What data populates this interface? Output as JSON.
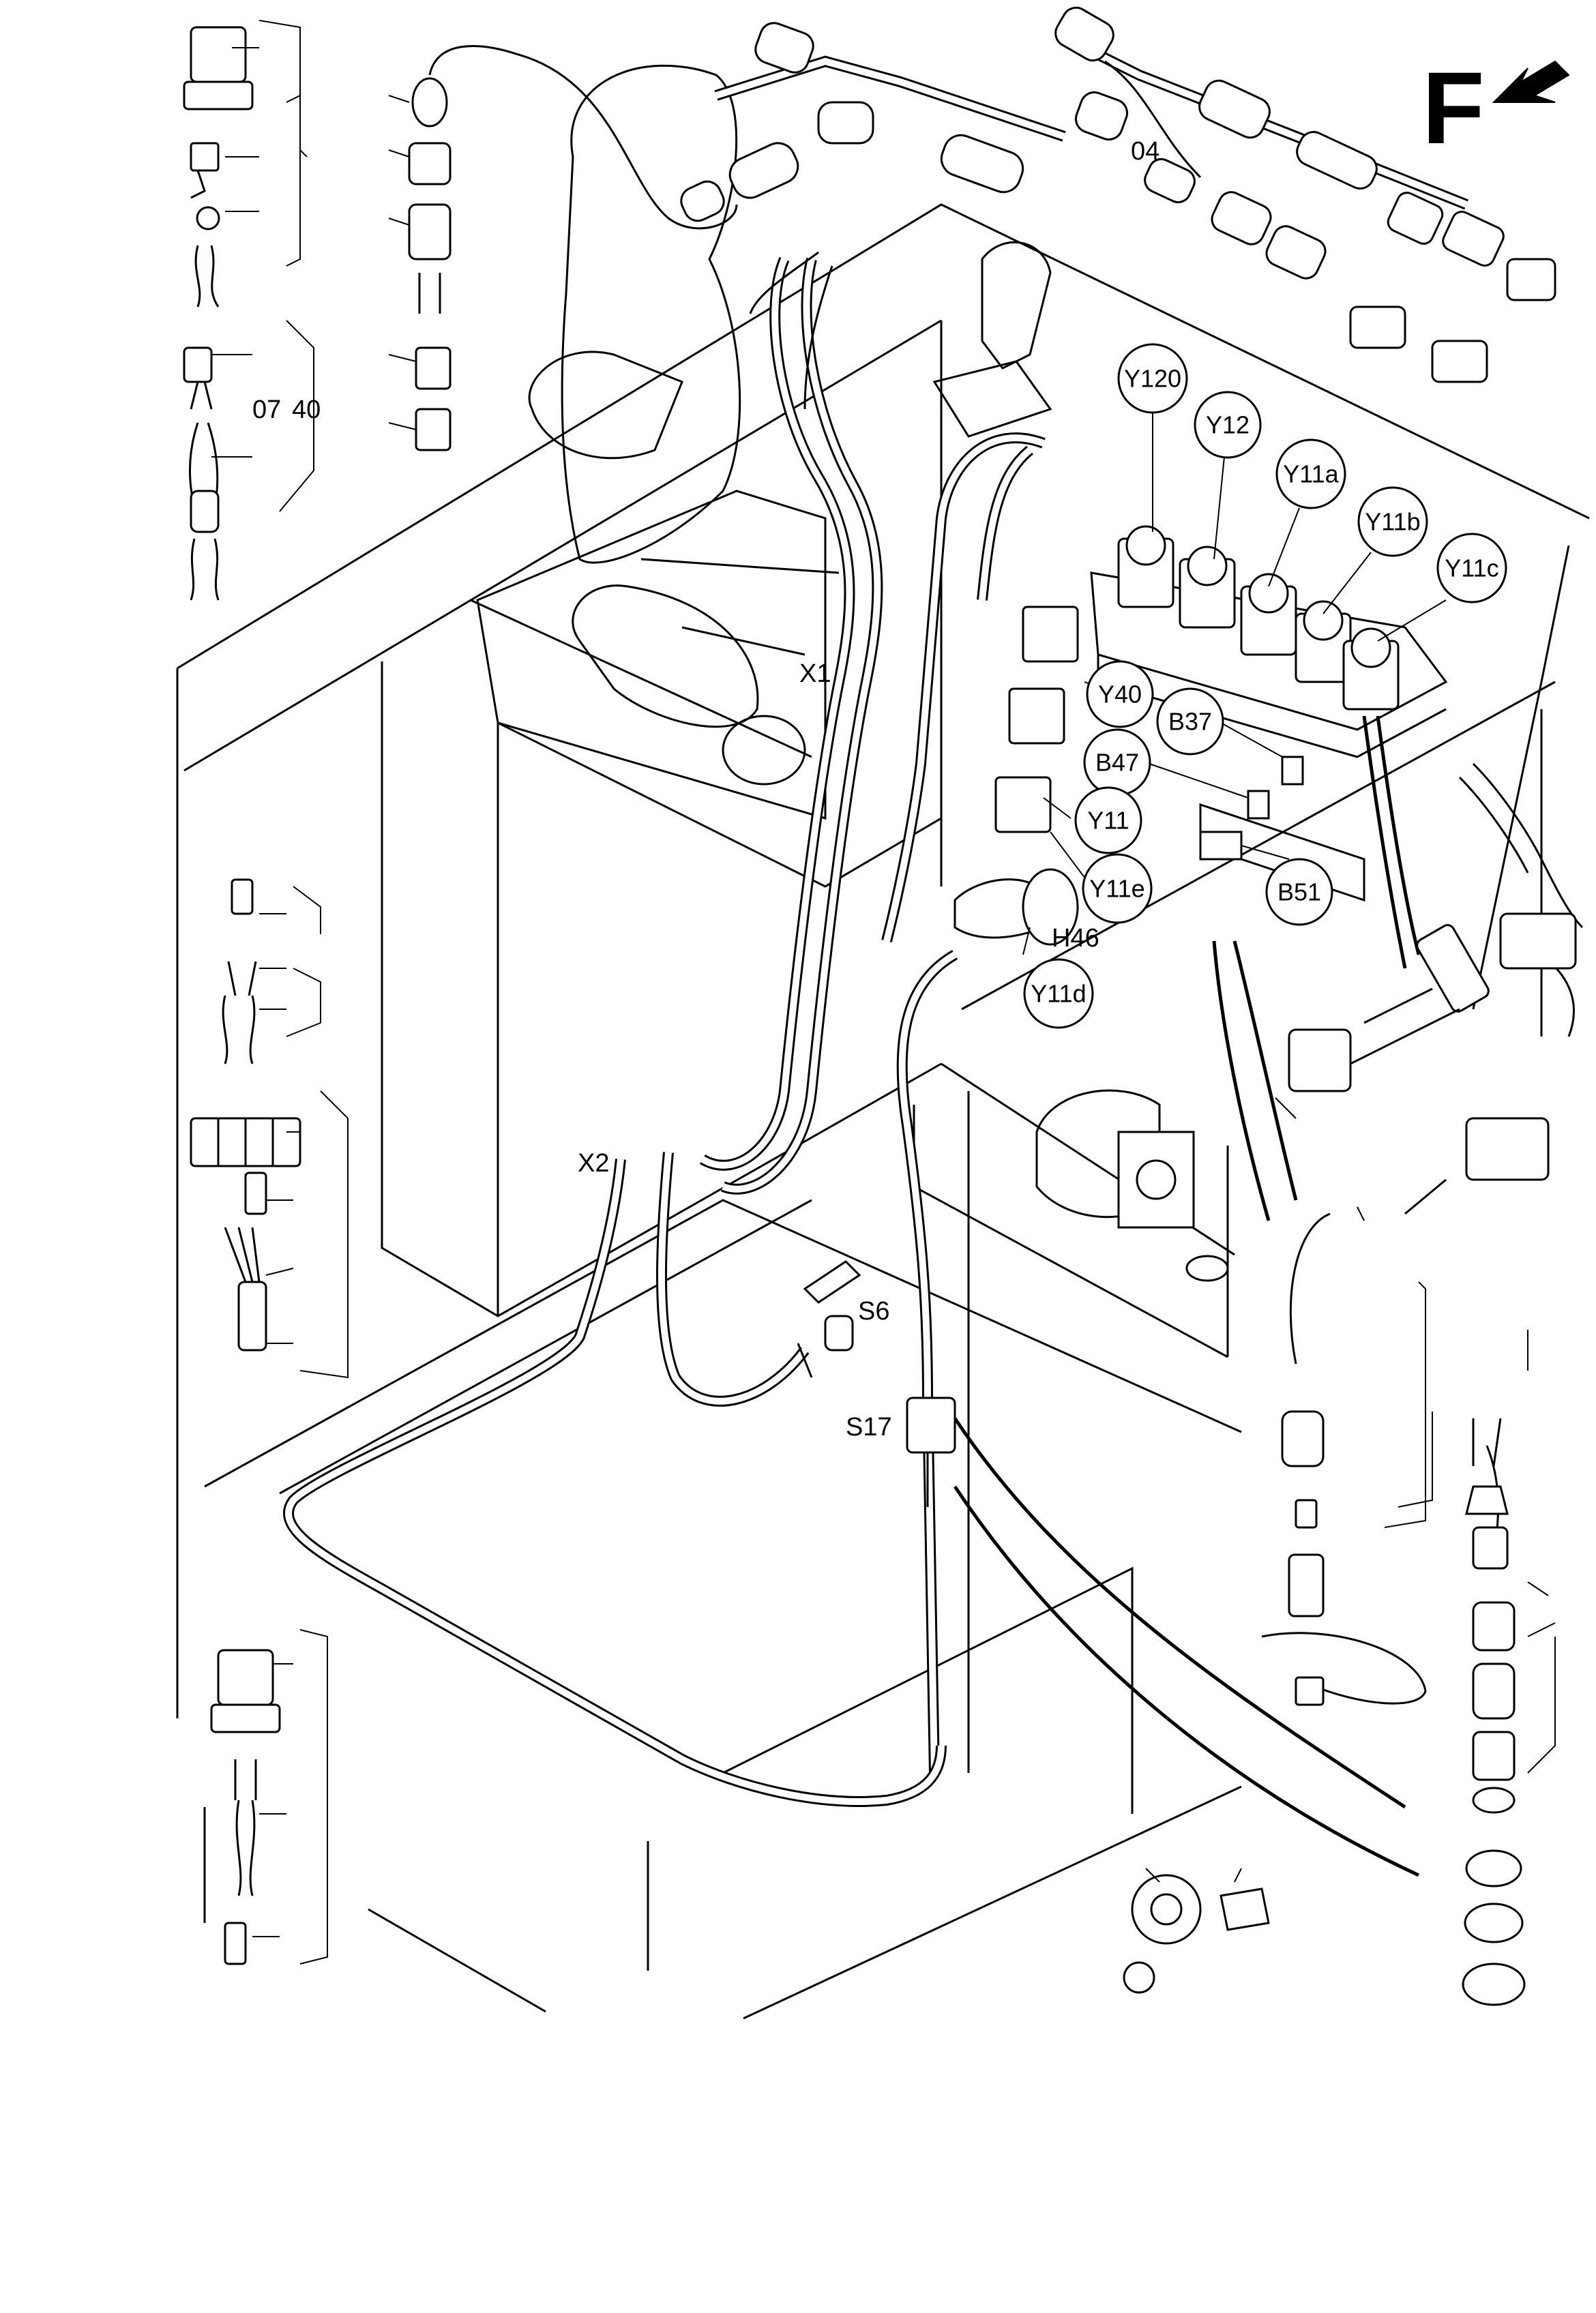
{
  "diagram": {
    "orientation_mark": "F",
    "item_labels": {
      "item_04": "04",
      "item_07": "07",
      "item_40": "40",
      "x1": "X1",
      "x2": "X2",
      "h46": "H46",
      "s6": "S6",
      "s17": "S17"
    },
    "components": {
      "y120": "Y120",
      "y12": "Y12",
      "y11a": "Y11a",
      "y11b": "Y11b",
      "y11c": "Y11c",
      "y40": "Y40",
      "b37": "B37",
      "b47": "B47",
      "y11": "Y11",
      "y11e": "Y11e",
      "b51": "B51",
      "y11d": "Y11d"
    }
  }
}
